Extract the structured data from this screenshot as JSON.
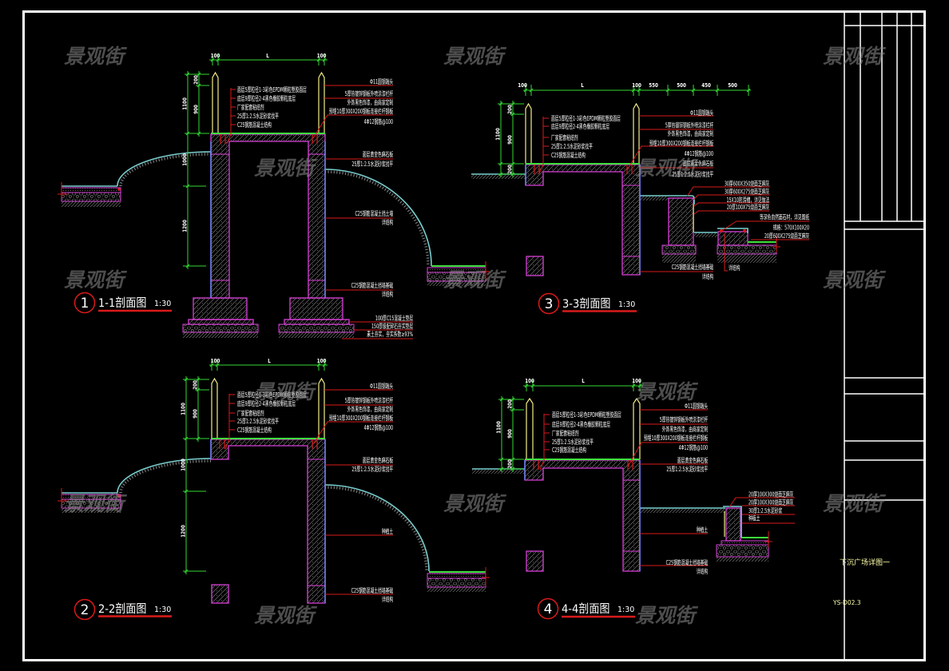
{
  "colors": {
    "background": "#000000",
    "frame": "#ffffff",
    "dimension": "#34d834",
    "structure": "#d93fd9",
    "leader": "#d91a1a",
    "finish_surface": "#3ee03e",
    "terrain": "#79cfcf",
    "railing": "#f4ef86",
    "face_line": "#6a8cff",
    "hatch": "#8a8a8a",
    "text": "#ffffff",
    "title_text": "#ffffa8",
    "watermark": "#8c8c8c"
  },
  "watermark": {
    "text": "景观街"
  },
  "title_block": {
    "drawing_name": "下沉广场详图一",
    "drawing_number": "YS-D02.3"
  },
  "sections": [
    {
      "number": "1",
      "title": "1-1剖面图",
      "scale": "1:30",
      "dims_top": [
        "100",
        "L",
        "100"
      ],
      "dims_left": [
        "1100",
        "200",
        "900",
        "1000",
        "1200"
      ],
      "surface_layers": [
        "面层5厚粒径1-3彩色EPDM颗粒塑胶面层",
        "底层9厚粒径2-4黑色橡胶颗粒底层",
        "厂家配套粘结剂",
        "25厚1:2.5水泥砂浆找平",
        "C25钢筋混凝土结构"
      ],
      "railing_notes": [
        "Φ11圆钢端头",
        "5厚热镀锌钢板外喷涂漆栏杆",
        "外饰黑色饰漆，由商家定制",
        "预埋10厚300X200钢板连接栏杆钢板",
        "4Φ12钢筋@100"
      ],
      "coping_notes": [
        "面层黄金色麻石板",
        "25厚1:2.5水泥砂浆找平"
      ],
      "wall_notes": [
        "C25钢筋混凝土挡土墙",
        "详结构"
      ],
      "foundation_notes": [
        "C25钢筋混凝土挡墙基础",
        "详结构"
      ],
      "footing_notes": [
        "100厚C15混凝土垫层",
        "150厚级配碎石夯实垫层",
        "素土夯实，夯实系数≥93%"
      ]
    },
    {
      "number": "2",
      "title": "2-2剖面图",
      "scale": "1:30",
      "dims_top": [
        "100",
        "L",
        "100"
      ],
      "dims_left": [
        "1100",
        "200",
        "900",
        "1000",
        "1200"
      ],
      "surface_layers": [
        "面层5厚粒径1-3彩色EPDM颗粒塑胶面层",
        "底层9厚粒径2-4黑色橡胶颗粒底层",
        "厂家配套粘结剂",
        "25厚1:2.5水泥砂浆找平",
        "C25钢筋混凝土结构"
      ],
      "railing_notes": [
        "Φ11圆钢端头",
        "5厚热镀锌钢板外喷涂漆栏杆",
        "外饰黑色饰漆，由商家定制",
        "预埋10厚300X200钢板连接栏杆钢板",
        "4Φ12钢筋@100"
      ],
      "coping_notes": [
        "面层黄金色麻石板",
        "25厚1:2.5水泥砂浆找平"
      ],
      "wall_notes": [
        "种植土"
      ],
      "foundation_notes": [
        "C25钢筋混凝土挡墙基础",
        "详结构"
      ]
    },
    {
      "number": "3",
      "title": "3-3剖面图",
      "scale": "1:30",
      "dims_top": [
        "100",
        "L",
        "100",
        "550",
        "500",
        "450",
        "500"
      ],
      "dims_left": [
        "1100",
        "200",
        "900",
        "200"
      ],
      "surface_layers": [
        "面层5厚粒径1-3彩色EPDM颗粒塑胶面层",
        "底层9厚粒径2-4黑色橡胶颗粒底层",
        "厂家配套粘结剂",
        "25厚1:2.5水泥砂浆找平",
        "C25钢筋混凝土结构"
      ],
      "railing_notes": [
        "Φ11圆钢端头",
        "5厚热镀锌钢板外喷涂漆栏杆",
        "外饰黑色饰漆，由商家定制",
        "预埋10厚300X200钢板连接栏杆钢板",
        "4Φ12钢筋@100"
      ],
      "coping_notes": [
        "面层黄金色麻石板",
        "25厚1:2.5水泥砂浆找平"
      ],
      "step_notes": [
        "30厚600X350烧面芝麻灰",
        "30厚600X275烧面芝麻灰",
        "15X10防滑槽，详见做法",
        "20厚100X75烧面芝麻灰"
      ],
      "stone_notes": [
        "等深色自然面石材，详见图纸",
        "规格：570X100X20",
        "20厚600X275烧面芝麻灰"
      ],
      "foundation_notes": [
        "C25钢筋混凝土挡墙基础",
        "详结构"
      ],
      "subgrade_note": "详结构"
    },
    {
      "number": "4",
      "title": "4-4剖面图",
      "scale": "1:30",
      "dims_top": [
        "100",
        "L",
        "100"
      ],
      "dims_left": [
        "1100",
        "200",
        "900",
        "200"
      ],
      "surface_layers": [
        "面层5厚粒径1-3彩色EPDM颗粒塑胶面层",
        "底层9厚粒径2-4黑色橡胶颗粒底层",
        "厂家配套粘结剂",
        "25厚1:2.5水泥砂浆找平",
        "C25钢筋混凝土结构"
      ],
      "railing_notes": [
        "Φ11圆钢端头",
        "5厚热镀锌钢板外喷涂漆栏杆",
        "外饰黑色饰漆，由商家定制",
        "预埋10厚300X200钢板连接栏杆钢板",
        "4Φ12钢筋@100"
      ],
      "coping_notes": [
        "面层黄金色麻石板",
        "25厚1:2.5水泥砂浆找平"
      ],
      "wall_notes": [
        "种植土"
      ],
      "foundation_notes": [
        "C25钢筋混凝土挡墙基础",
        "详结构"
      ],
      "step_notes": [
        "20厚100X300烧面芝麻灰",
        "20厚100X300烧面芝麻灰",
        "30厚1:2.5水泥砂浆",
        "种植土"
      ]
    }
  ]
}
